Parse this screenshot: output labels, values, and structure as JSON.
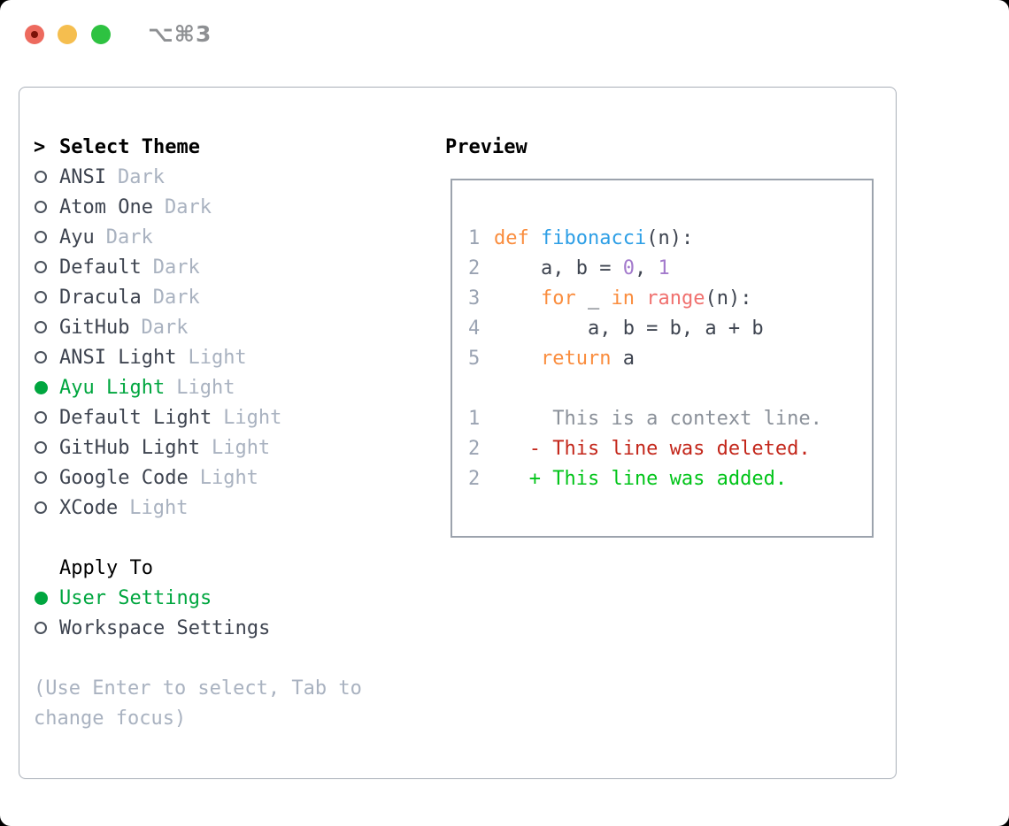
{
  "window": {
    "title": "⌥⌘3",
    "controls": [
      {
        "icon": "close-icon",
        "color": "#ED6A5E"
      },
      {
        "icon": "minimize-icon",
        "color": "#F5BE4F"
      },
      {
        "icon": "zoom-icon",
        "color": "#2EC241"
      }
    ]
  },
  "theme_panel": {
    "prompt": ">",
    "title": "Select Theme",
    "items": [
      {
        "name": "ANSI",
        "variant": "Dark",
        "selected": false
      },
      {
        "name": "Atom One",
        "variant": "Dark",
        "selected": false
      },
      {
        "name": "Ayu",
        "variant": "Dark",
        "selected": false
      },
      {
        "name": "Default",
        "variant": "Dark",
        "selected": false
      },
      {
        "name": "Dracula",
        "variant": "Dark",
        "selected": false
      },
      {
        "name": "GitHub",
        "variant": "Dark",
        "selected": false
      },
      {
        "name": "ANSI Light",
        "variant": "Light",
        "selected": false
      },
      {
        "name": "Ayu Light",
        "variant": "Light",
        "selected": true
      },
      {
        "name": "Default Light",
        "variant": "Light",
        "selected": false
      },
      {
        "name": "GitHub Light",
        "variant": "Light",
        "selected": false
      },
      {
        "name": "Google Code",
        "variant": "Light",
        "selected": false
      },
      {
        "name": "XCode",
        "variant": "Light",
        "selected": false
      }
    ]
  },
  "apply_to": {
    "title": "Apply To",
    "options": [
      {
        "label": "User Settings",
        "selected": true
      },
      {
        "label": "Workspace Settings",
        "selected": false
      }
    ]
  },
  "footer": {
    "line1": "(Use Enter to select, Tab to",
    "line2": "change focus)"
  },
  "preview": {
    "title": "Preview",
    "lines": [
      {
        "num": "1",
        "tokens": [
          {
            "type": "keyword",
            "text": "def "
          },
          {
            "type": "function",
            "text": "fibonacci"
          },
          {
            "type": "plain",
            "text": "(n):"
          }
        ]
      },
      {
        "num": "2",
        "tokens": [
          {
            "type": "plain",
            "text": "    a, b = "
          },
          {
            "type": "number",
            "text": "0"
          },
          {
            "type": "plain",
            "text": ", "
          },
          {
            "type": "number",
            "text": "1"
          }
        ]
      },
      {
        "num": "3",
        "tokens": [
          {
            "type": "plain",
            "text": "    "
          },
          {
            "type": "keyword",
            "text": "for"
          },
          {
            "type": "plain",
            "text": " _ "
          },
          {
            "type": "keyword",
            "text": "in"
          },
          {
            "type": "plain",
            "text": " "
          },
          {
            "type": "call",
            "text": "range"
          },
          {
            "type": "plain",
            "text": "(n):"
          }
        ]
      },
      {
        "num": "4",
        "tokens": [
          {
            "type": "plain",
            "text": "        a, b = b, a + b"
          }
        ]
      },
      {
        "num": "5",
        "tokens": [
          {
            "type": "plain",
            "text": "    "
          },
          {
            "type": "keyword",
            "text": "return"
          },
          {
            "type": "plain",
            "text": " a"
          }
        ]
      },
      {
        "num": "",
        "tokens": []
      },
      {
        "num": "1",
        "tokens": [
          {
            "type": "context",
            "text": "     This is a context line."
          }
        ]
      },
      {
        "num": "2",
        "tokens": [
          {
            "type": "deleted",
            "text": "   - This line was deleted."
          }
        ]
      },
      {
        "num": "2",
        "tokens": [
          {
            "type": "added",
            "text": "   + This line was added."
          }
        ]
      }
    ]
  },
  "colors": {
    "selection_green": "#00A63F",
    "added_green": "#00C418",
    "deleted_red": "#C3261A",
    "keyword_orange": "#FA8D3E",
    "function_blue": "#2E9FE6",
    "number_purple": "#A37ACC",
    "call_coral": "#F0716F",
    "muted_gray": "#A9B2C0",
    "border_gray": "#A9AFB8"
  }
}
